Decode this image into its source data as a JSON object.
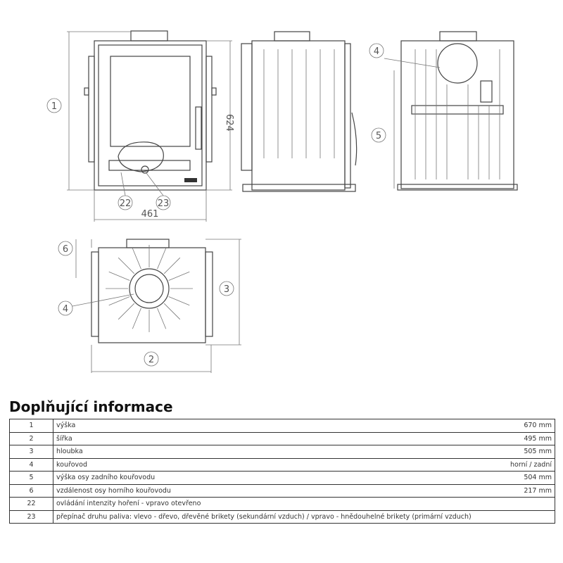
{
  "drawing": {
    "front": {
      "callouts": [
        "1",
        "22",
        "23"
      ],
      "dims": {
        "width": "461",
        "height": "624"
      }
    },
    "back": {
      "callouts": [
        "4",
        "5"
      ]
    },
    "top": {
      "callouts": [
        "6",
        "3",
        "4",
        "2"
      ]
    }
  },
  "info": {
    "title": "Doplňující informace",
    "rows": [
      {
        "n": "1",
        "label": "výška",
        "value": "670 mm"
      },
      {
        "n": "2",
        "label": "šířka",
        "value": "495 mm"
      },
      {
        "n": "3",
        "label": "hloubka",
        "value": "505 mm"
      },
      {
        "n": "4",
        "label": "kouřovod",
        "value": "horní / zadní"
      },
      {
        "n": "5",
        "label": "výška osy zadního kouřovodu",
        "value": "504 mm"
      },
      {
        "n": "6",
        "label": "vzdálenost osy horního kouřovodu",
        "value": "217 mm"
      },
      {
        "n": "22",
        "label": "ovládání intenzity hoření - vpravo otevřeno",
        "value": ""
      },
      {
        "n": "23",
        "label": "přepínač druhu paliva: vlevo - dřevo, dřevěné brikety (sekundární vzduch) / vpravo - hnědouhelné brikety (primární vzduch)",
        "value": ""
      }
    ]
  }
}
